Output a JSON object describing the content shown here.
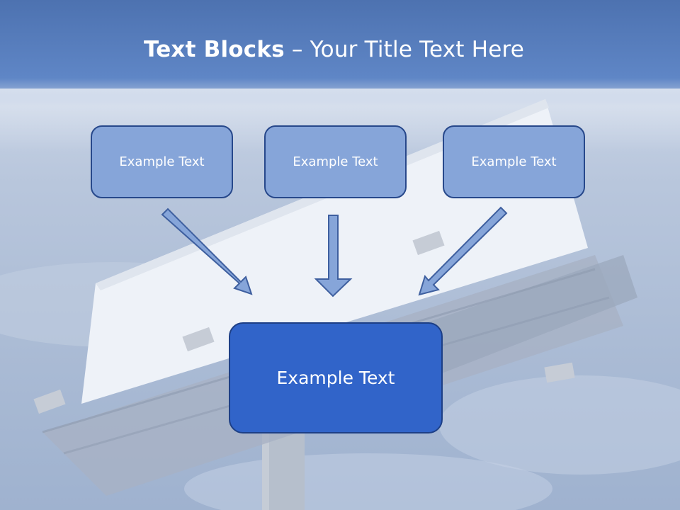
{
  "title": {
    "bold_part": "Text Blocks",
    "separator": " – ",
    "rest": "Your Title Text Here"
  },
  "boxes": {
    "top_left": "Example Text",
    "top_center": "Example Text",
    "top_right": "Example Text",
    "main": "Example Text"
  },
  "colors": {
    "header_blue": "#4d72b0",
    "box_fill": "#86a5d9",
    "box_border": "#27488b",
    "main_box_fill": "#3164c9",
    "arrow_fill": "#86a5d9"
  }
}
